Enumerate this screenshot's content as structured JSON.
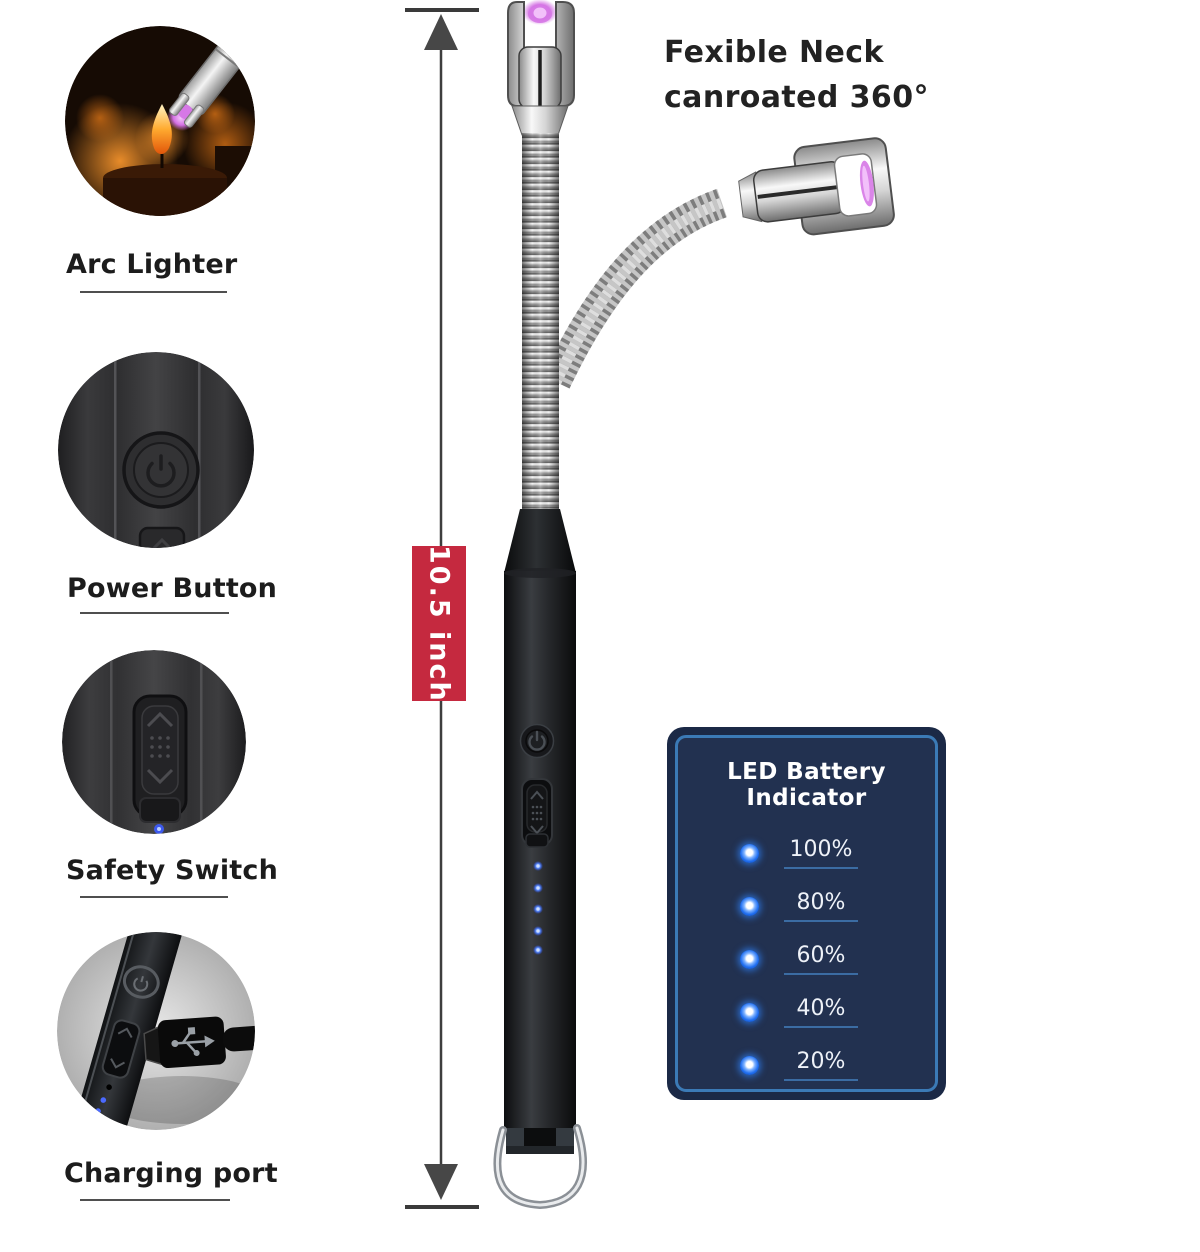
{
  "colors": {
    "accent_red": "#c5293f",
    "panel_bg": "#1b2946",
    "panel_inner_bg": "#223150",
    "panel_border": "#3b7ab6",
    "led_blue": "#2f7df0",
    "underline_blue": "#3b6ca3",
    "arc_purple": "#d678e6",
    "text_dark": "#1f1f1f"
  },
  "features": [
    {
      "label": "Arc Lighter",
      "image": "candle-lit-by-arc-lighter"
    },
    {
      "label": "Power Button",
      "image": "power-button-closeup"
    },
    {
      "label": "Safety Switch",
      "image": "safety-switch-closeup"
    },
    {
      "label": "Charging port",
      "image": "usb-charging-port-closeup"
    }
  ],
  "measurement": {
    "length_label": "10.5 inch"
  },
  "caption": {
    "line1": "Fexible Neck",
    "line2": "canroated 360°"
  },
  "battery_panel": {
    "title": "LED Battery Indicator",
    "levels": [
      "100%",
      "80%",
      "60%",
      "40%",
      "20%"
    ]
  }
}
